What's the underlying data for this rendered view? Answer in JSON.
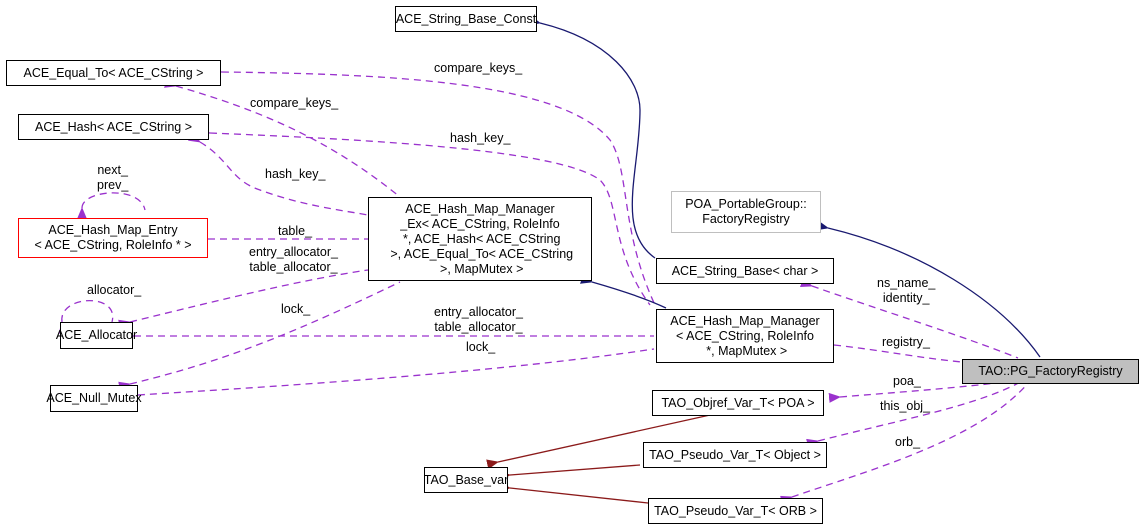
{
  "diagram": {
    "type": "collaboration-graph",
    "focus_class": "TAO::PG_FactoryRegistry",
    "colors": {
      "usage_edge": "#9a32cd",
      "inheritance_edge": "#191970",
      "template_edge": "#8b1a1a",
      "focus_fill": "#bfbfbf",
      "missing_doc_border": "#ff0000",
      "external_border": "#bfbfbf"
    },
    "nodes": {
      "ace_string_base_const": "ACE_String_Base_Const",
      "ace_equal_to": "ACE_Equal_To< ACE_CString >",
      "ace_hash": "ACE_Hash< ACE_CString >",
      "ace_hash_map_entry": "ACE_Hash_Map_Entry\n< ACE_CString, RoleInfo * >",
      "ace_allocator": "ACE_Allocator",
      "ace_null_mutex": "ACE_Null_Mutex",
      "ace_hash_map_manager_ex": "ACE_Hash_Map_Manager\n_Ex< ACE_CString, RoleInfo\n *, ACE_Hash< ACE_CString\n >, ACE_Equal_To< ACE_CString\n >, MapMutex >",
      "poa_factory_registry": "POA_PortableGroup::\nFactoryRegistry",
      "ace_string_base": "ACE_String_Base< char >",
      "ace_hash_map_manager": "ACE_Hash_Map_Manager\n< ACE_CString, RoleInfo\n *, MapMutex >",
      "tao_pg_factory_registry": "TAO::PG_FactoryRegistry",
      "tao_objref_var_poa": "TAO_Objref_Var_T< POA >",
      "tao_pseudo_var_object": "TAO_Pseudo_Var_T< Object >",
      "tao_pseudo_var_orb": "TAO_Pseudo_Var_T< ORB >",
      "tao_base_var": "TAO_Base_var"
    },
    "edge_labels": {
      "compare_keys_top": "compare_keys_",
      "compare_keys_left": "compare_keys_",
      "hash_key_top": "hash_key_",
      "hash_key_left": "hash_key_",
      "next_prev": "next_\nprev_",
      "table": "table_",
      "entry_table_alloc_left": "entry_allocator_\ntable_allocator_",
      "allocator": "allocator_",
      "lock_left": "lock_",
      "entry_table_alloc_mid": "entry_allocator_\ntable_allocator_",
      "lock_mid": "lock_",
      "ns_name_identity": "ns_name_\nidentity_",
      "registry": "registry_",
      "poa": "poa_",
      "this_obj": "this_obj_",
      "orb": "orb_"
    }
  }
}
